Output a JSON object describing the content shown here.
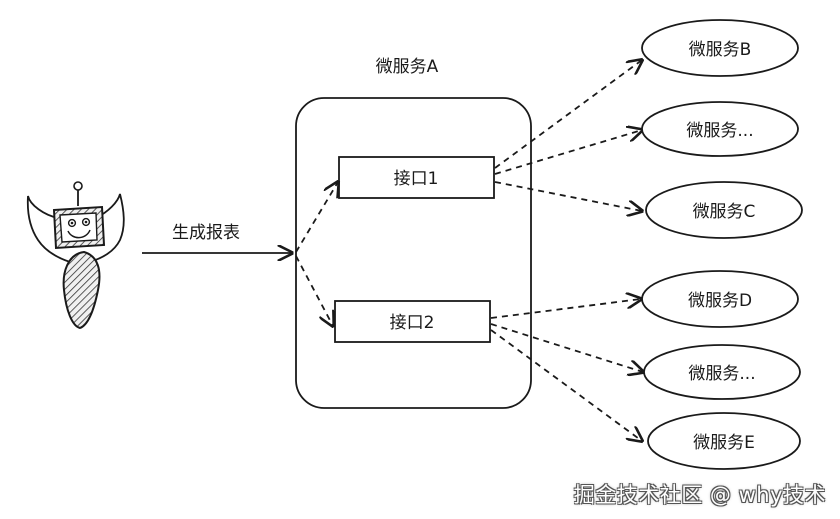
{
  "labels": {
    "container_title": "微服务A",
    "action": "生成报表",
    "interface1": "接口1",
    "interface2": "接口2",
    "service_b": "微服务B",
    "service_more1": "微服务...",
    "service_c": "微服务C",
    "service_d": "微服务D",
    "service_more2": "微服务...",
    "service_e": "微服务E"
  },
  "watermark": "掘金技术社区 @ why技术",
  "colors": {
    "stroke": "#1a1a1a",
    "background": "#ffffff",
    "robot_fill": "#d9d9d9"
  },
  "icons": {
    "actor": "robot-icon"
  }
}
